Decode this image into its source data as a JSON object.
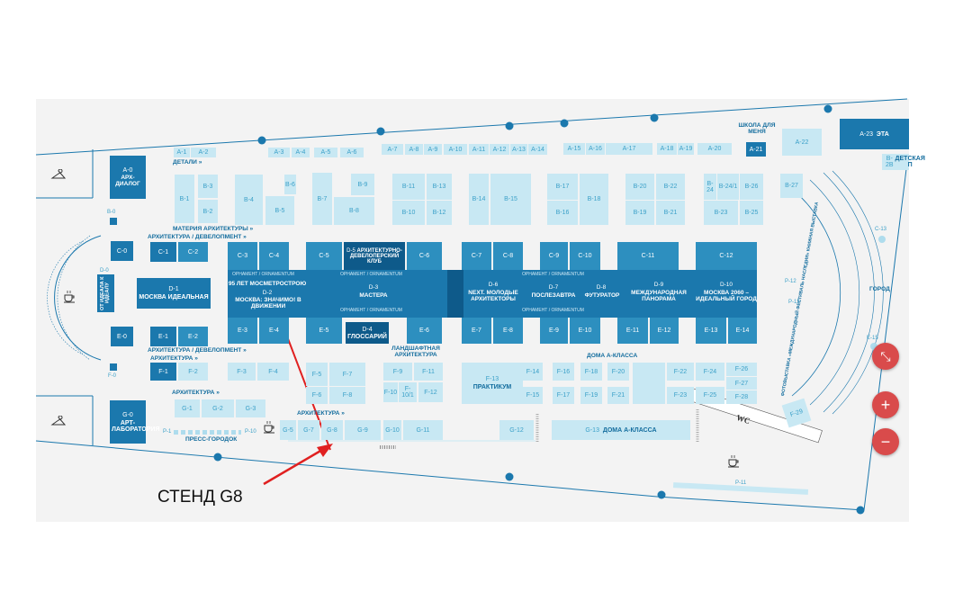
{
  "annotation": {
    "label": "СТЕНД G8"
  },
  "top_stands": {
    "a": [
      "A-1",
      "A-2",
      "A-3",
      "A-4",
      "A-5",
      "A-6",
      "A-7",
      "A-8",
      "A-9",
      "A-10",
      "A-11",
      "A-12",
      "A-13",
      "A-14",
      "A-15",
      "A-16",
      "A-17",
      "A-18",
      "A-19",
      "A-20",
      "A-21",
      "A-22",
      "A-23",
      "B-2B"
    ],
    "a0": "A-0",
    "a0_name": "АРХ-ДИАЛОГ",
    "a21_caption": "ШКОЛА ДЛЯ МЕНЯ",
    "a23_extra": "ЭТА",
    "b2b_extra": "ДЕТСКАЯ П",
    "b": [
      "B-0",
      "B-1",
      "B-2",
      "B-3",
      "B-4",
      "B-5",
      "B-6",
      "B-7",
      "B-8",
      "B-9",
      "B-10",
      "B-11",
      "B-12",
      "B-13",
      "B-14",
      "B-15",
      "B-16",
      "B-17",
      "B-18",
      "B-19",
      "B-20",
      "B-21",
      "B-22",
      "B-23",
      "B-24",
      "B-24/1",
      "B-25",
      "B-26",
      "B-27"
    ]
  },
  "c_stands": [
    "C-0",
    "C-1",
    "C-2",
    "C-3",
    "C-4",
    "C-5",
    "C-6",
    "C-7",
    "C-8",
    "C-9",
    "C-10",
    "C-11",
    "C-12",
    "C-13"
  ],
  "c5_caption": "АРХИТЕКТУРНО-ДЕВЕЛОПЕРСКИЙ КЛУБ",
  "d_row": {
    "d0": "D-0",
    "d0_caption": "ОТ ИДЕАЛА К ИДЕАЛУ",
    "d1": "D-1",
    "d1_name": "МОСКВА ИДЕАЛЬНАЯ",
    "d2": "D-2",
    "d2_top": "95 ЛЕТ МОСМЕТРОСТРОЮ",
    "d2_name": "МОСКВА: ЗНАЧИМО! В ДВИЖЕНИИ",
    "d3": "D-3",
    "d3_name": "МАСТЕРА",
    "d4": "D-4",
    "d4_name": "ГЛОССАРИЙ",
    "d5": "D-5",
    "d6": "D-6",
    "d6_name": "NEXT. МОЛОДЫЕ АРХИТЕКТОРЫ",
    "d7": "D-7",
    "d7_name": "ПОСЛЕЗАВТРА",
    "d8": "D-8",
    "d8_name": "ФУТУРАТОР",
    "d9": "D-9",
    "d9_name": "МЕЖДУНАРОДНАЯ ПАНОРАМА",
    "d10": "D-10",
    "d10_name": "МОСКВА 2060 – ИДЕАЛЬНЫЙ ГОРОД",
    "ornament": "ОРНАМЕНТ / ORNAMENTUM"
  },
  "e_stands": [
    "E-0",
    "E-1",
    "E-2",
    "E-3",
    "E-4",
    "E-5",
    "E-6",
    "E-7",
    "E-8",
    "E-9",
    "E-10",
    "E-11",
    "E-12",
    "E-13",
    "E-14",
    "E-15"
  ],
  "f_stands": [
    "F-0",
    "F-1",
    "F-2",
    "F-3",
    "F-4",
    "F-5",
    "F-6",
    "F-7",
    "F-8",
    "F-9",
    "F-10",
    "F-10/1",
    "F-11",
    "F-12",
    "F-13",
    "F-14",
    "F-15",
    "F-16",
    "F-17",
    "F-18",
    "F-19",
    "F-20",
    "F-21",
    "F-22",
    "F-23",
    "F-24",
    "F-25",
    "F-26",
    "F-27",
    "F-28",
    "F-29"
  ],
  "f13_name": "ПРАКТИКУМ",
  "g_stands": [
    "G-0",
    "G-1",
    "G-2",
    "G-3",
    "G-5",
    "G-7",
    "G-8",
    "G-9",
    "G-10",
    "G-11",
    "G-12",
    "G-13"
  ],
  "g0_name": "АРТ-ЛАБОРАТОРИЯ",
  "g13_name": "ДОМА А-КЛАССА",
  "press": {
    "p_first": "P-1",
    "p_last": "P-10",
    "name": "ПРЕСС-ГОРОДОК",
    "p11": "P-11",
    "p12": "P-12",
    "p13": "P-13"
  },
  "section_labels": {
    "details": "ДЕТАЛИ »",
    "materials": "МАТЕРИЯ АРХИТЕКТУРЫ »",
    "arch_dev1": "АРХИТЕКТУРА / ДЕВЕЛОПМЕНТ »",
    "arch_dev2": "АРХИТЕКТУРА / ДЕВЕЛОПМЕНТ »",
    "arch1": "АРХИТЕКТУРА »",
    "arch2": "АРХИТЕКТУРА »",
    "landscape": "ЛАНДШАФТНАЯ АРХИТЕКТУРА",
    "houses": "ДОМА А-КЛАССА",
    "city": "ГОРОД",
    "arc_text": "ФОТОВЫСТАВКА «МЕЖДУНАРОДНЫЙ ФЕСТИВАЛЬ НАСЛЕДИЯ»  КНИЖНАЯ ВЫСТАВКА",
    "wc": "WC"
  },
  "zoom": {
    "collapse": "⤡",
    "plus": "+",
    "minus": "−"
  },
  "colors": {
    "dark": "#1b78ad",
    "light": "#aedced",
    "navy": "#0e5a8a",
    "accent": "#d94b4b",
    "arrow": "#e02020"
  }
}
